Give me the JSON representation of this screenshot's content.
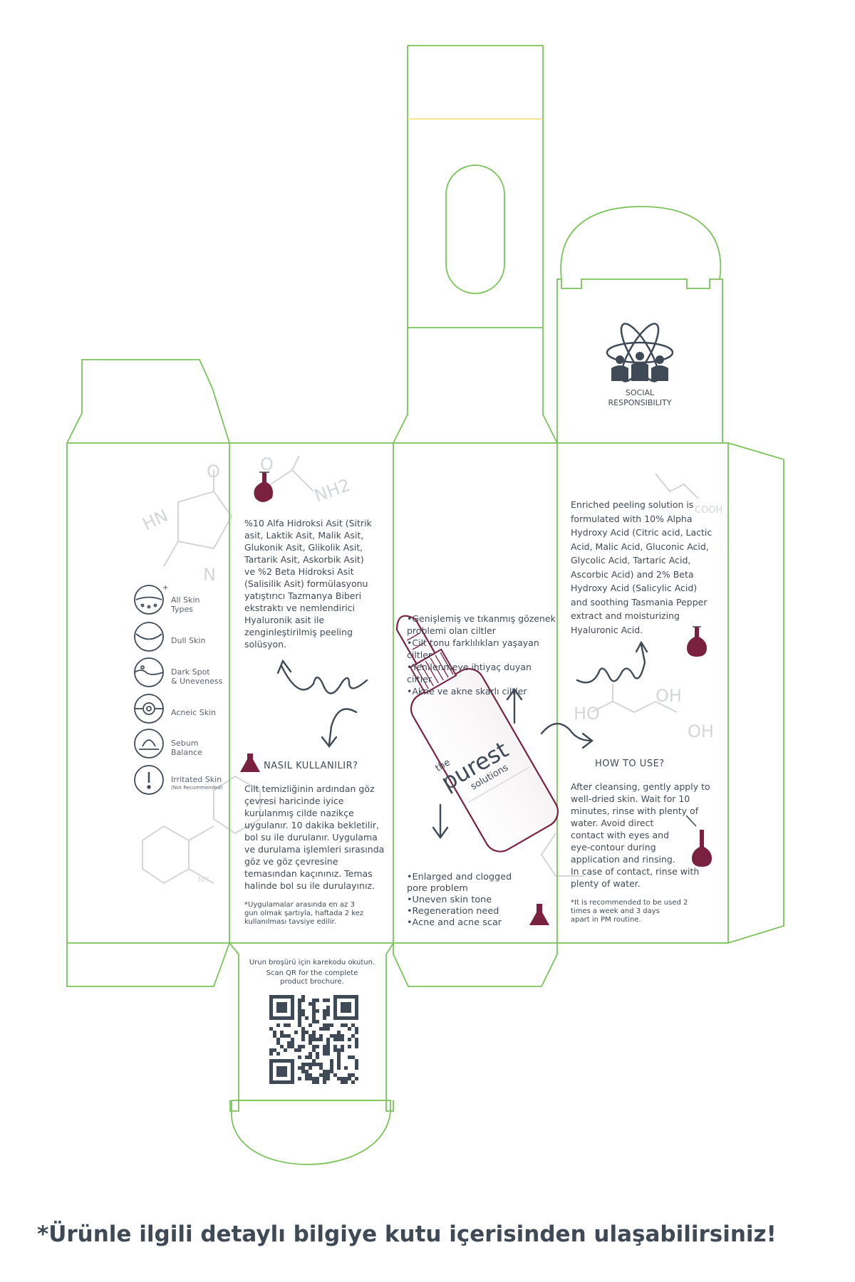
{
  "colors": {
    "dieline": "#7cc35b",
    "ink": "#3f4a56",
    "accent": "#7a2140",
    "yellow_line": "#f2dc6b",
    "watermark": "#c8ccd0"
  },
  "brand": {
    "line1": "the",
    "line2": "purest",
    "line3": "solutions"
  },
  "social": {
    "icon": "atom-people-icon",
    "label": "SOCIAL\nRESPONSIBILITY"
  },
  "watermark_chem": {
    "o_left": "O",
    "hn": "HN",
    "n": "N",
    "nh2": "NH2",
    "o_mid": "O",
    "ho": "HO",
    "oh_top": "OH",
    "oh_right": "OH",
    "ooh": "COOH",
    "nh": "NH"
  },
  "skin_types": [
    {
      "icon": "all-skin-types-icon",
      "label": "All Skin\nTypes",
      "note": ""
    },
    {
      "icon": "dull-skin-icon",
      "label": "Dull Skin",
      "note": ""
    },
    {
      "icon": "dark-spot-icon",
      "label": "Dark Spot\n& Uneveness",
      "note": ""
    },
    {
      "icon": "acneic-skin-icon",
      "label": "Acneic Skin",
      "note": ""
    },
    {
      "icon": "sebum-balance-icon",
      "label": "Sebum\nBalance",
      "note": ""
    },
    {
      "icon": "irritated-skin-icon",
      "label": "Irritated Skin",
      "note": "(Not Recommended)"
    }
  ],
  "tr_panel": {
    "description": "%10 Alfa Hidroksi Asit (Sitrik\nasit, Laktik Asit, Malik Asit,\nGlukonik Asit, Glikolik Asit,\nTartarik Asit, Askorbik Asit)\nve %2 Beta Hidroksi Asit\n(Salisilik Asit) formülasyonu\nyatıştırıcı Tazmanya Biberi\nekstraktı ve nemlendirici\nHyaluronik asit ile\nzenginleştirilmiş peeling\nsolüsyon.",
    "usage_title": "NASIL KULLANILIR?",
    "usage": "Cilt temizliğinin ardından göz\nçevresi haricinde iyice\nkurulanmış cilde nazikçe\nuygulanır. 10 dakika bekletilir,\nbol su ile durulanır. Uygulama\nve durulama işlemleri sırasında\ngöz ve göz çevresine\ntemasından kaçınınız. Temas\nhalinde bol su ile durulayınız.",
    "note": "*Uygulamalar arasında en az 3\ngun olmak şartıyla, haftada 2 kez\nkullanılması tavsiye edilir."
  },
  "front_panel": {
    "tr_list": "•Genişlemiş ve tıkanmış gözenek\nproblemi olan ciltler\n•Cilt tonu farklılıkları yaşayan\nciltler\n•Yenilenmeye ihtiyaç duyan\nciltler\n•Akne ve akne skarlı ciltler",
    "en_list": "•Enlarged and clogged\npore problem\n•Uneven skin tone\n•Regeneration need\n•Acne and acne scar"
  },
  "en_panel": {
    "description": "Enriched peeling solution is\nformulated with 10% Alpha\nHydroxy Acid (Citric acid, Lactic\nAcid, Malic Acid, Gluconic Acid,\nGlycolic Acid, Tartaric Acid,\nAscorbic Acid) and 2% Beta\nHydroxy Acid (Salicylic Acid)\nand soothing Tasmania Pepper\nextract and moisturizing\nHyaluronic Acid.",
    "usage_title": "HOW TO USE?",
    "usage": "After cleansing, gently apply to\nwell-dried skin. Wait for 10\nminutes, rinse with plenty of\nwater. Avoid direct\ncontact with eyes and\neye-contour during\napplication and rinsing.\nIn case of contact, rinse with\nplenty of water.",
    "note": "*It is recommended to be used 2\ntimes a week and 3 days\napart in PM routine."
  },
  "qr": {
    "tr": "Urun broşürü için karekodu okutun.",
    "en": "Scan QR for the complete\nproduct brochure."
  },
  "footer": "*Ürünle ilgili detaylı bilgiye kutu içerisinden ulaşabilirsiniz!"
}
